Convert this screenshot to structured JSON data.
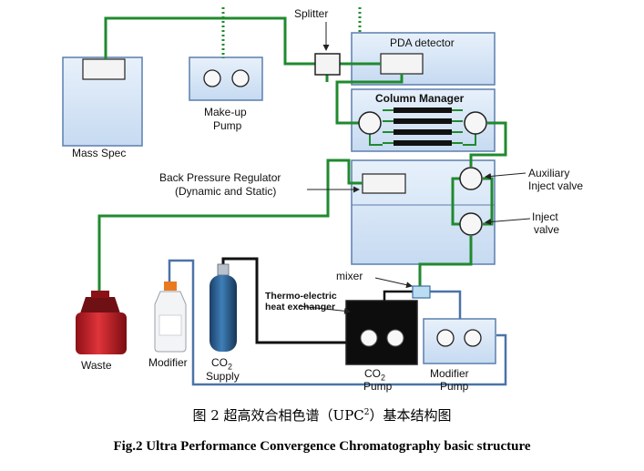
{
  "labels": {
    "splitter": "Splitter",
    "pda_detector": "PDA detector",
    "column_manager": "Column Manager",
    "mass_spec": "Mass Spec",
    "makeup_pump_l1": "Make-up",
    "makeup_pump_l2": "Pump",
    "bpr_l1": "Back Pressure Regulator",
    "bpr_l2": "(Dynamic and Static)",
    "aux_inject_l1": "Auxiliary",
    "aux_inject_l2": "Inject valve",
    "inject_l1": "Inject",
    "inject_l2": "valve",
    "mixer": "mixer",
    "heat_exchanger_l1": "Thermo-electric",
    "heat_exchanger_l2": "heat exchanger",
    "waste": "Waste",
    "modifier": "Modifier",
    "co2_supply_pre": "CO",
    "co2_supply_sub": "2",
    "co2_supply_l2": "Supply",
    "co2_pump_pre": "CO",
    "co2_pump_sub": "2",
    "co2_pump_l2": "Pump",
    "modifier_pump_l1": "Modifier",
    "modifier_pump_l2": "Pump"
  },
  "caption": {
    "cn_prefix": "图 2 超高效合相色谱（UPC",
    "cn_sup": "2",
    "cn_suffix": "）基本结构图",
    "en": "Fig.2 Ultra Performance Convergence Chromatography basic structure"
  },
  "colors": {
    "module_fill": "#d6e6f7",
    "module_stroke": "#5b7fae",
    "flow_line": "#1f8a2e",
    "co2_line": "#111111",
    "modifier_line": "#4b73a8"
  }
}
